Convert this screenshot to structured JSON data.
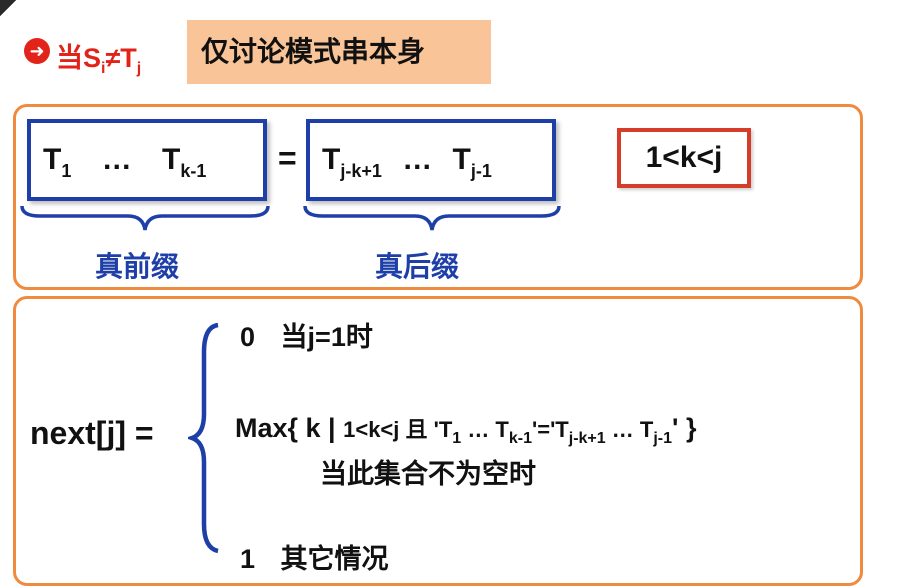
{
  "header": {
    "condition_prefix": "当S",
    "condition_sub_i": "i",
    "condition_neq": "≠T",
    "condition_sub_j": "j",
    "note": "仅讨论模式串本身"
  },
  "top_panel": {
    "prefix": {
      "t1": "T",
      "t1_sub": "1",
      "dots": "…",
      "tk": "T",
      "tk_sub": "k-1"
    },
    "equals": "=",
    "suffix": {
      "t1": "T",
      "t1_sub": "j-k+1",
      "dots": "…",
      "tk": "T",
      "tk_sub": "j-1"
    },
    "prefix_label": "真前缀",
    "suffix_label": "真后缀",
    "range": "1<k<j"
  },
  "bottom_panel": {
    "lhs": "next[j] =",
    "case1": {
      "value": "0",
      "condition": "当j=1时"
    },
    "case2": {
      "expr_a": "Max{ k | ",
      "expr_b": "1<k<j",
      "expr_c": " 且 'T",
      "sub1": "1",
      "expr_d": " … T",
      "sub2": "k-1",
      "expr_e": "'='T",
      "sub3": "j-k+1",
      "expr_f": " … T",
      "sub4": "j-1",
      "expr_g": "' }",
      "condition": "当此集合不为空时"
    },
    "case3": {
      "value": "1",
      "condition": "其它情况"
    }
  },
  "colors": {
    "accent_red": "#e2231a",
    "panel_border": "#f08a3e",
    "box_blue": "#1f3fa8",
    "note_bg": "#f9c497"
  }
}
